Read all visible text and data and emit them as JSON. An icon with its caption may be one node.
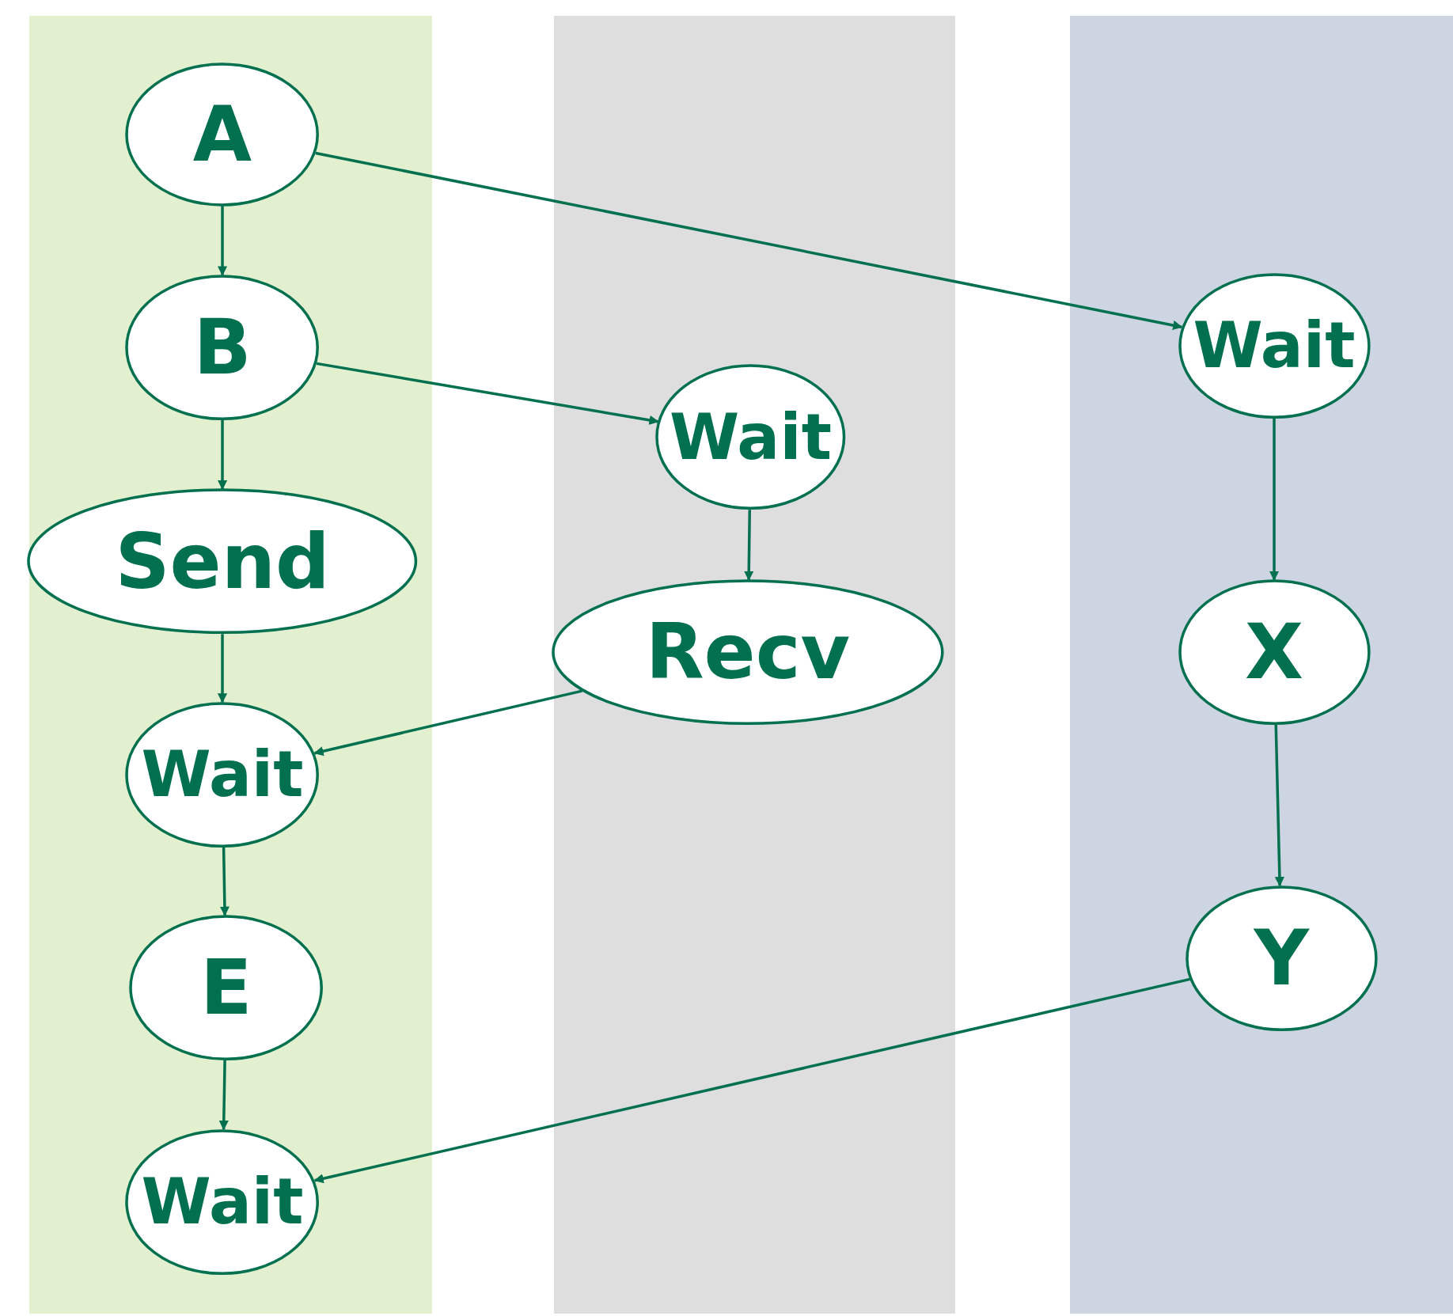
{
  "diagram": {
    "nodes": [
      {
        "text": [],
        "shape": "band"
      },
      {
        "text": [
          "A"
        ],
        "in": 0
      },
      {
        "text": [
          "B"
        ],
        "in": 0
      },
      {
        "text": [
          "Send"
        ],
        "in": 0
      },
      {
        "text": [
          "Wait"
        ],
        "in": 0
      },
      {
        "text": [
          "E"
        ],
        "in": 0
      },
      {
        "text": [
          "Wait"
        ],
        "in": 0
      },
      {
        "text": [],
        "shape": "band"
      },
      {
        "text": [
          "Wait"
        ],
        "in": 7
      },
      {
        "text": [
          "Recv"
        ],
        "in": 7
      },
      {
        "text": [],
        "shape": "band"
      },
      {
        "text": [
          "Wait"
        ],
        "in": 10
      },
      {
        "text": [
          "X"
        ],
        "in": 10
      },
      {
        "text": [
          "Y"
        ],
        "in": 10
      }
    ],
    "edges": [
      {
        "from": 1,
        "to": 2,
        "arrow": "to"
      },
      {
        "from": 1,
        "to": 11,
        "arrow": "to"
      },
      {
        "from": 2,
        "to": 3,
        "arrow": "to"
      },
      {
        "from": 2,
        "to": 8,
        "arrow": "to"
      },
      {
        "from": 3,
        "to": 4,
        "arrow": "to"
      },
      {
        "from": 8,
        "to": 9,
        "arrow": "to"
      },
      {
        "from": 9,
        "to": 4,
        "arrow": "to"
      },
      {
        "from": 4,
        "to": 5,
        "arrow": "to"
      },
      {
        "from": 5,
        "to": 6,
        "arrow": "to"
      },
      {
        "from": 11,
        "to": 12,
        "arrow": "to"
      },
      {
        "from": 12,
        "to": 13,
        "arrow": "to"
      },
      {
        "from": 13,
        "to": 6,
        "arrow": "to"
      }
    ]
  }
}
